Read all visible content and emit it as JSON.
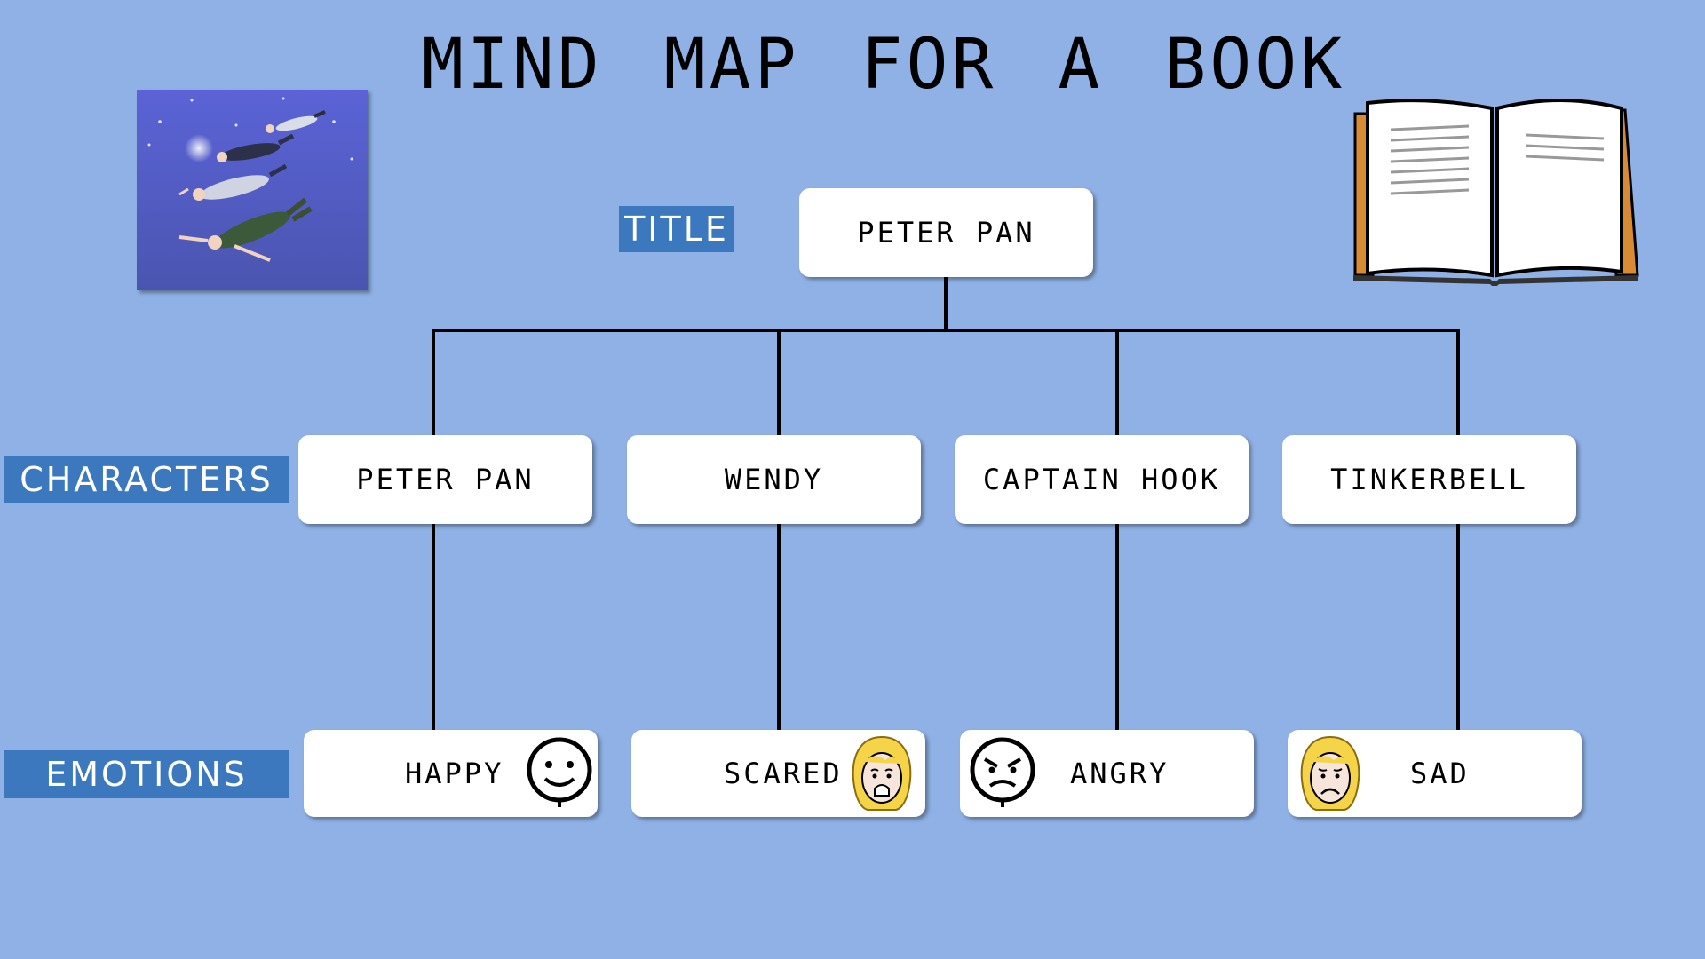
{
  "title": "MIND MAP FOR A BOOK",
  "labels": {
    "title": "TITLE",
    "characters": "CHARACTERS",
    "emotions": "EMOTIONS"
  },
  "book_title": "PETER PAN",
  "characters": [
    "PETER PAN",
    "WENDY",
    "CAPTAIN HOOK",
    "TINKERBELL"
  ],
  "emotions": [
    {
      "label": "HAPPY",
      "icon": "happy-face-icon"
    },
    {
      "label": "SCARED",
      "icon": "scared-girl-face-icon"
    },
    {
      "label": "ANGRY",
      "icon": "angry-face-icon"
    },
    {
      "label": "SAD",
      "icon": "sad-girl-face-icon"
    }
  ],
  "images": {
    "left": "flying-children-illustration",
    "right": "open-book-icon"
  },
  "colors": {
    "background": "#8fb1e5",
    "label_fill": "#3b78bd",
    "node_fill": "#ffffff",
    "line": "#000000"
  }
}
